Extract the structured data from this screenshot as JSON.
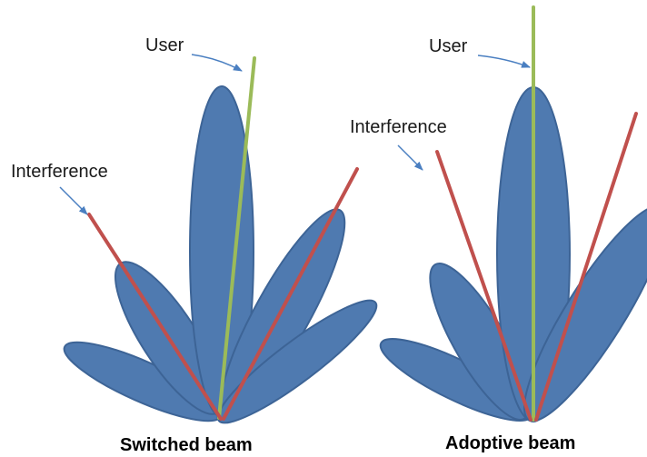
{
  "left_panel": {
    "user_label": "User",
    "interference_label": "Interference",
    "caption": "Switched beam"
  },
  "right_panel": {
    "user_label": "User",
    "interference_label": "Interference",
    "caption": "Adoptive beam"
  },
  "colors": {
    "lobe_fill": "#4f7ab0",
    "user_line": "#9bbb59",
    "interference_line": "#c0504d",
    "pointer_arrow": "#4a7fc1"
  }
}
